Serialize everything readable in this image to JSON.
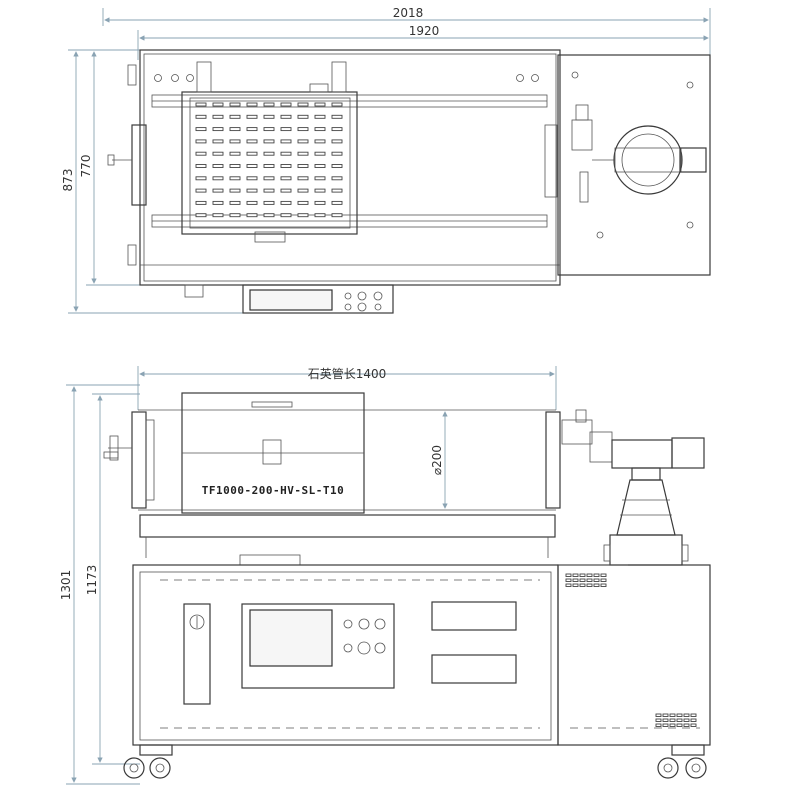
{
  "drawing": {
    "top_view": {
      "width_overall": "2018",
      "width_body": "1920",
      "depth_overall": "873",
      "depth_body": "770"
    },
    "front_view": {
      "tube_length_label": "石英管长1400",
      "tube_diameter": "⌀200",
      "model": "TF1000-200-HV-SL-T10",
      "height_overall": "1301",
      "height_to_tube": "1173"
    }
  }
}
